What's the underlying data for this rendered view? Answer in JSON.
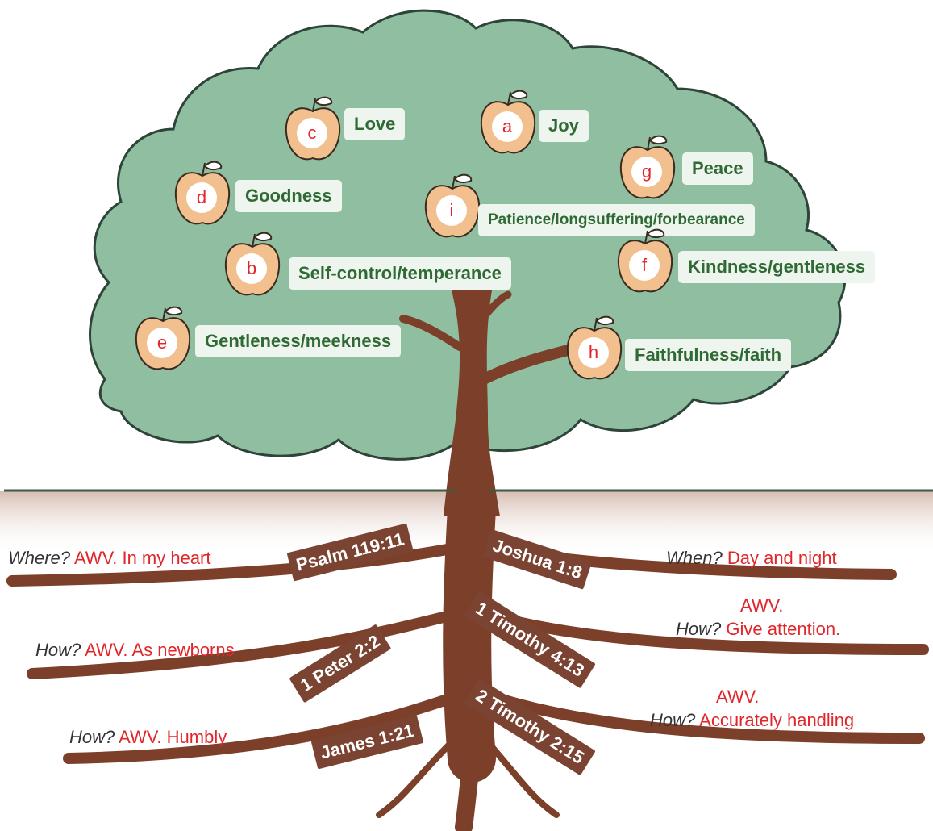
{
  "colors": {
    "canopy": "#8fbfa0",
    "canopy_outline": "#2f4438",
    "trunk": "#7b3f2a",
    "ground_line": "#3d5a45",
    "label_bg": "#eef4ee",
    "label_text": "#2f6a34",
    "verse_bg": "#7b4432",
    "answer_red": "#e0262a",
    "question_gray": "#333333"
  },
  "fruits": [
    {
      "letter": "c",
      "label": "Love"
    },
    {
      "letter": "a",
      "label": "Joy"
    },
    {
      "letter": "g",
      "label": "Peace"
    },
    {
      "letter": "d",
      "label": "Goodness"
    },
    {
      "letter": "i",
      "label": "Patience/longsuffering/forbearance"
    },
    {
      "letter": "b",
      "label": "Self-control/temperance"
    },
    {
      "letter": "f",
      "label": "Kindness/gentleness"
    },
    {
      "letter": "e",
      "label": "Gentleness/meekness"
    },
    {
      "letter": "h",
      "label": "Faithfulness/faith"
    }
  ],
  "verses": [
    {
      "ref": "Psalm 119:11"
    },
    {
      "ref": "Joshua 1:8"
    },
    {
      "ref": "1 Timothy 4:13"
    },
    {
      "ref": "1 Peter 2:2"
    },
    {
      "ref": "2 Timothy 2:15"
    },
    {
      "ref": "James 1:21"
    }
  ],
  "notes": [
    {
      "question": "Where?",
      "answer": "AWV. In my heart"
    },
    {
      "question": "When?",
      "answer": "Day and night"
    },
    {
      "question": "How?",
      "answer_top": "AWV.",
      "answer": "Give attention."
    },
    {
      "question": "How?",
      "answer": "AWV. As newborns"
    },
    {
      "question": "How?",
      "answer_top": "AWV.",
      "answer": "Accurately handling"
    },
    {
      "question": "How?",
      "answer": "AWV. Humbly"
    }
  ]
}
